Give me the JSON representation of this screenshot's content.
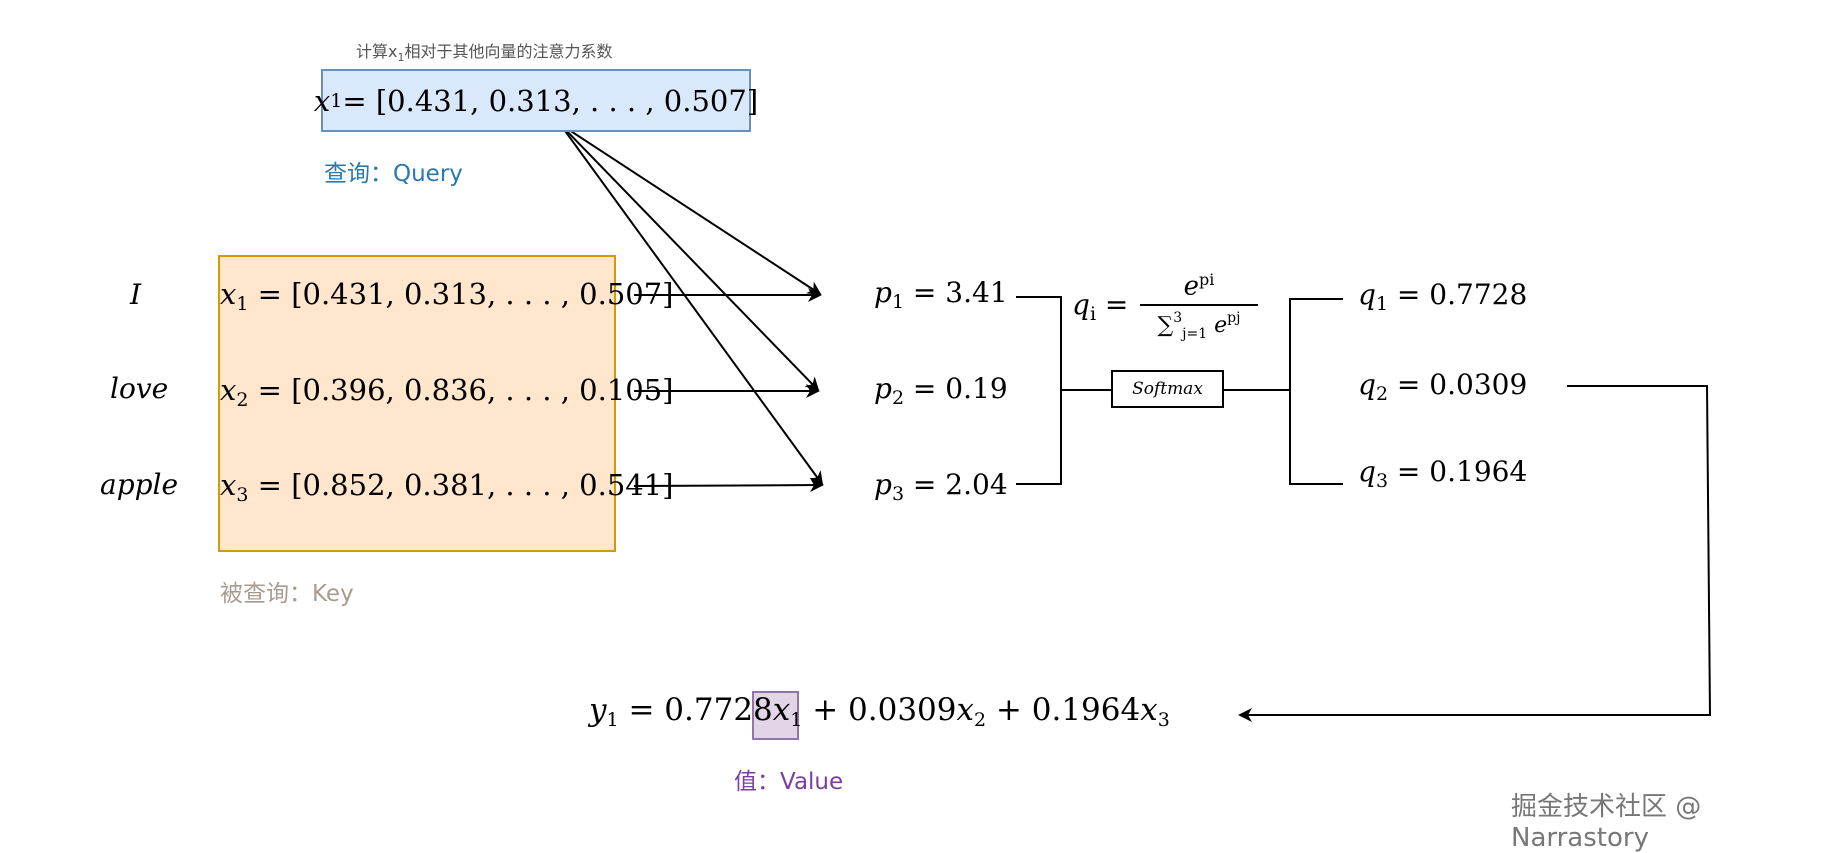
{
  "caption": {
    "text": "计算x",
    "sub": "1",
    "rest": "相对于其他向量的注意力系数"
  },
  "query": {
    "var": "x",
    "sub": "1",
    "vector": " = [0.431, 0.313, . . . , 0.507]",
    "label": "查询：Query"
  },
  "key": {
    "label": "被查询：Key",
    "rows": [
      {
        "word": "I",
        "var": "x",
        "sub": "1",
        "vector": " = [0.431, 0.313, . . . , 0.507]"
      },
      {
        "word": "love",
        "var": "x",
        "sub": "2",
        "vector": " = [0.396, 0.836, . . . , 0.105]"
      },
      {
        "word": "apple",
        "var": "x",
        "sub": "3",
        "vector": " = [0.852, 0.381, . . . , 0.541]"
      }
    ]
  },
  "scores": [
    {
      "var": "p",
      "sub": "1",
      "value": " = 3.41"
    },
    {
      "var": "p",
      "sub": "2",
      "value": " = 0.19"
    },
    {
      "var": "p",
      "sub": "3",
      "value": " = 2.04"
    }
  ],
  "softmax": {
    "label": "Softmax",
    "lhs_var": "q",
    "lhs_sub": "i",
    "numerator": "e",
    "numerator_sup": "pi",
    "denominator": "∑",
    "den_sup": "3",
    "den_sub": "j=1",
    "den_e": " e",
    "den_e_sup": "pj"
  },
  "weights": [
    {
      "var": "q",
      "sub": "1",
      "value": " = 0.7728"
    },
    {
      "var": "q",
      "sub": "2",
      "value": " = 0.0309"
    },
    {
      "var": "q",
      "sub": "3",
      "value": " = 0.1964"
    }
  ],
  "output": {
    "y": "y",
    "y_sub": "1",
    "t1": " = 0.7728",
    "v1": "x",
    "s1": "1",
    "t2": " + 0.0309",
    "v2": "x",
    "s2": "2",
    "t3": " + 0.1964",
    "v3": "x",
    "s3": "3",
    "value_label": "值：Value"
  },
  "watermark": "掘金技术社区 @ Narrastory"
}
